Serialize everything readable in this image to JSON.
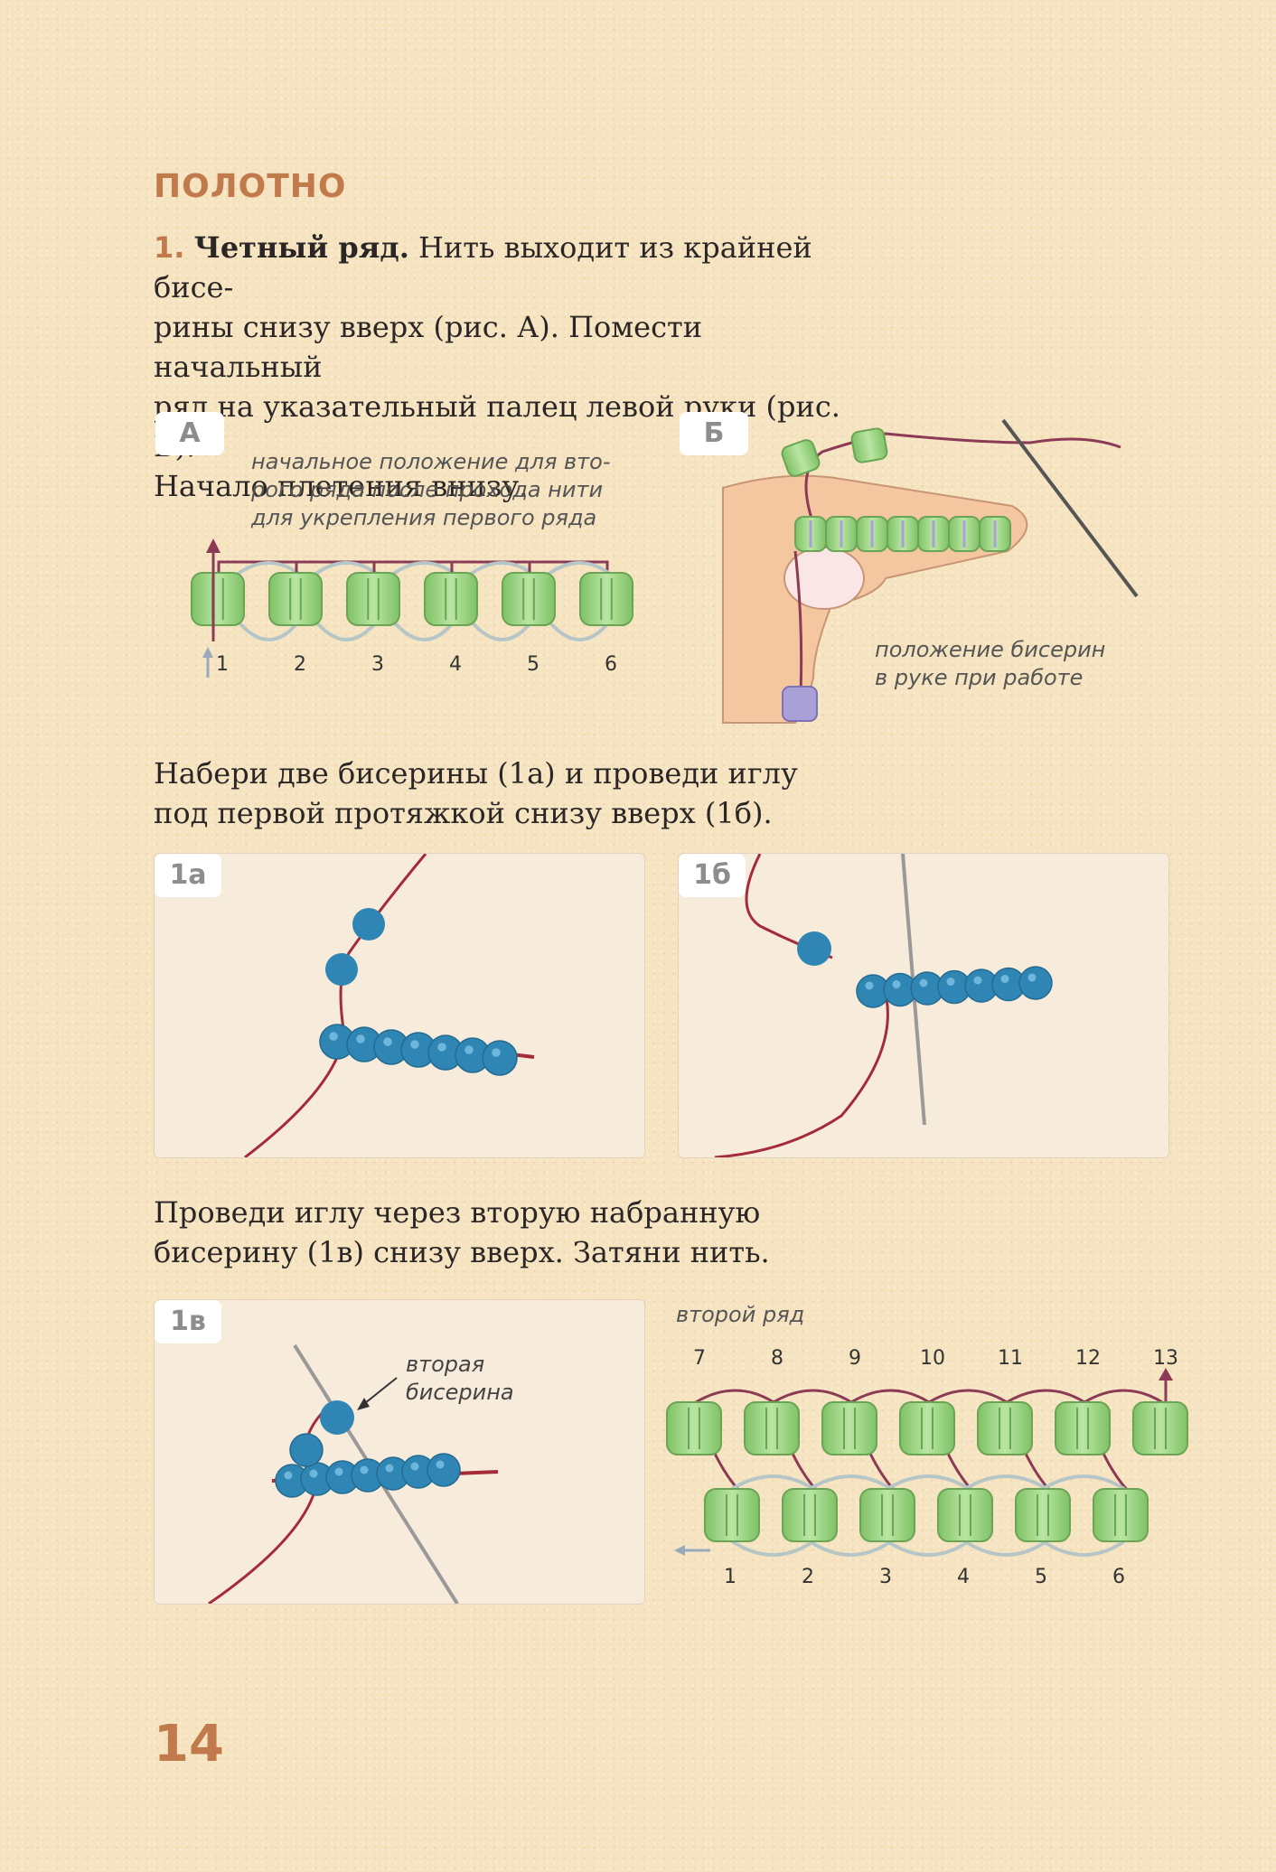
{
  "section_title": "ПОЛОТНО",
  "step1": {
    "number": "1.",
    "heading": "Четный ряд.",
    "lines": [
      " Нить выходит из крайней бисе-",
      "рины снизу вверх (рис. А). Помести начальный",
      "ряд на указательный палец левой руки (рис. Б).",
      "Начало плетения внизу."
    ]
  },
  "figA": {
    "label": "А",
    "note_lines": [
      "начальное положение для вто-",
      "рого ряда после прохода нити",
      "для укрепления первого ряда"
    ],
    "bead_numbers": [
      "1",
      "2",
      "3",
      "4",
      "5",
      "6"
    ]
  },
  "figB": {
    "label": "Б",
    "note_lines": [
      "положение бисерин",
      "в руке при работе"
    ]
  },
  "para2_lines": [
    "Набери две бисерины (1а) и проведи иглу",
    "под первой протяжкой снизу вверх (1б)."
  ],
  "photo1a": {
    "label": "1а"
  },
  "photo1b": {
    "label": "1б"
  },
  "para3_lines": [
    "Проведи иглу через вторую набранную",
    "бисерину (1в) снизу вверх. Затяни нить."
  ],
  "photo1v": {
    "label": "1в",
    "note_lines": [
      "вторая",
      "бисерина"
    ]
  },
  "fig_second_row": {
    "title": "второй ряд",
    "top_numbers": [
      "7",
      "8",
      "9",
      "10",
      "11",
      "12",
      "13"
    ],
    "bottom_numbers": [
      "1",
      "2",
      "3",
      "4",
      "5",
      "6"
    ]
  },
  "page_number": "14",
  "colors": {
    "accent": "#c07a4c",
    "bead_green": "#9ad17f",
    "bead_blue": "#2f86b4",
    "thread": "#8b3b55"
  }
}
